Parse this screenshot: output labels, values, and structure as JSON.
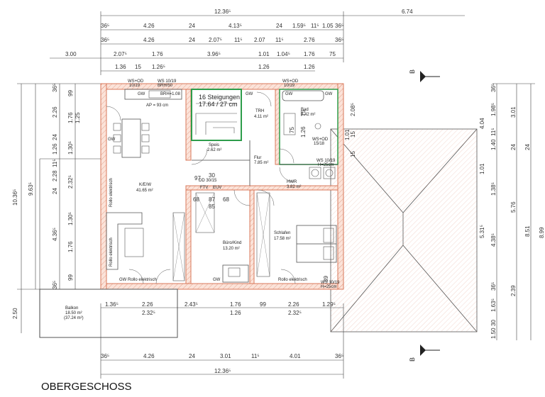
{
  "title": "OBERGESCHOSS",
  "section_label": "B",
  "dims_top": {
    "total": "12.36⁵",
    "right": "6.74",
    "row1": [
      "36⁵",
      "4.26",
      "24",
      "4.13⁵",
      "24",
      "1.59⁵",
      "11⁵",
      "1.05",
      "36⁵"
    ],
    "row2": [
      "36⁵",
      "4.26",
      "24",
      "2.07⁵",
      "11⁵",
      "2.07",
      "11⁵",
      "2.76",
      "36⁵"
    ],
    "row3": [
      "3.00",
      "2.07⁵",
      "1.76",
      "3.96⁵",
      "1.01",
      "1.04⁵",
      "1.76",
      "75"
    ],
    "row3_sub": [
      "1.36",
      "15",
      "1.26⁵",
      "1.26",
      "1.26"
    ]
  },
  "dims_bottom": {
    "row1": [
      "1.36⁵",
      "2.26",
      "2.43⁵",
      "1.76",
      "99",
      "2.26",
      "1.29⁵"
    ],
    "row1_sub": [
      "2.32⁵",
      "1.26",
      "2.32⁵"
    ],
    "row2": [
      "36⁵",
      "4.26",
      "24",
      "3.01",
      "11⁵",
      "4.01",
      "36⁵"
    ],
    "total": "12.36⁵"
  },
  "dims_left": {
    "outer": [
      "10.36⁵",
      "9.63⁵",
      "2.50"
    ],
    "mid": [
      "36⁵",
      "2.26",
      "24",
      "1.26",
      "11⁵",
      "2.28",
      "24",
      "4.36⁵",
      "36⁵"
    ],
    "inner": [
      "99",
      "1.76",
      "1.25",
      "1.30⁵",
      "2.32⁵",
      "1.30⁵",
      "1.76",
      "99"
    ]
  },
  "dims_right": {
    "a": [
      "36⁵",
      "1.98⁵",
      "11⁵",
      "1.40",
      "1.38⁵",
      "4.38⁵",
      "36⁵",
      "1.63⁵",
      "30"
    ],
    "b": [
      "3.01",
      "24",
      "1.01",
      "5.76",
      "8.51",
      "2.39",
      "24"
    ],
    "c": [
      "4.04",
      "8.99",
      "5.31⁵",
      "1.50"
    ],
    "d": [
      "2.08⁵",
      "1.01",
      "15",
      "15"
    ]
  },
  "rooms": {
    "kew": {
      "name": "K/E/W",
      "area": "41.65 m²"
    },
    "stair": {
      "name": "16 Steigungen",
      "spec": "17.64 / 27 cm"
    },
    "trh": {
      "name": "TRH",
      "area": "4.11 m²"
    },
    "bad": {
      "name": "Bad",
      "area": "9.42 m²"
    },
    "speis": {
      "name": "Speis",
      "area": "2.62 m²"
    },
    "flur": {
      "name": "Flur",
      "area": "7.85 m²"
    },
    "hwr": {
      "name": "HWR",
      "area": "3.82 m²"
    },
    "buero": {
      "name": "Büro/Kind",
      "area": "13.20 m²"
    },
    "schlafen": {
      "name": "Schlafen",
      "area": "17.58 m²"
    },
    "balkon": {
      "name": "Balkon",
      "area": "18.50 m²",
      "area2": "(37.24 m²)"
    }
  },
  "notes": {
    "ap": "AP = 93 cm",
    "brh": "BRH=1.08",
    "ws_top": "WS+OD",
    "ws_top_dim": "10/19",
    "ws_top2": "WS 10/19",
    "ws_top2_sub": "BRH/50",
    "ws_bad": "WS+OD",
    "ws_bad_dim": "10/19",
    "gw": "GW",
    "rollo1": "Rollo elektrisch",
    "rollo2": "Rollo elektrisch",
    "rollo3": "Rollo elektrisch",
    "rollo4": "Rollo elektrisch",
    "ws_right": "WS+OD",
    "ws_right_dim": "15/18",
    "ws_hwr": "WS 10/19",
    "ws_hwr_sub": "H=25cm",
    "ws_bottom_right": "WS 10/19",
    "ws_bottom_right_sub": "H=25cm",
    "dod": "DD 30/15",
    "ftv": "FTV",
    "euv": "EUV",
    "d97": "97",
    "d30": "30",
    "d68a": "68",
    "d87": "87",
    "d68b": "68",
    "d85": "85",
    "d75a": "75",
    "d75b": "75",
    "d1_26": "1.26",
    "d39": "39"
  }
}
